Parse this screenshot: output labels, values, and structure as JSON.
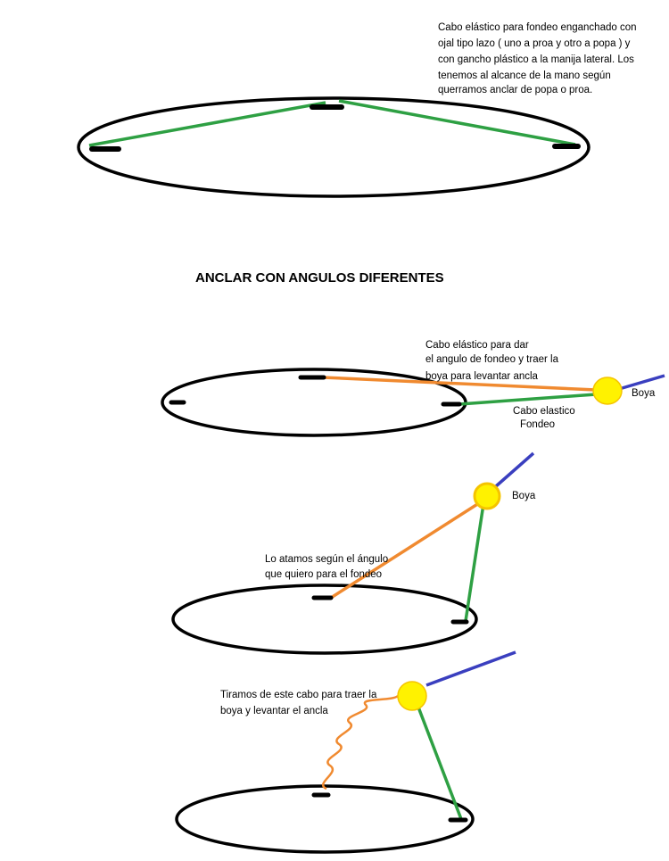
{
  "title": "ANCLAR CON ANGULOS DIFERENTES",
  "top_note": [
    "Cabo elástico para fondeo enganchado con",
    "ojal tipo lazo ( uno a proa y otro a popa ) y",
    "con gancho plástico a la manija lateral.  Los",
    "tenemos al alcance de la mano según",
    "querramos anclar de popa o proa."
  ],
  "diagram2": {
    "orange_label": [
      "Cabo elástico para dar",
      "el angulo de fondeo y traer la",
      "boya para levantar ancla"
    ],
    "buoy_label": "Boya",
    "green_label": [
      "Cabo elastico",
      "Fondeo"
    ]
  },
  "diagram3": {
    "buoy_label": "Boya",
    "orange_label": [
      "Lo atamos según el ángulo",
      "que quiero para el fondeo"
    ]
  },
  "diagram4": {
    "orange_label": [
      "Tiramos de este cabo para traer la",
      "boya  y levantar el ancla"
    ]
  },
  "colors": {
    "outline": "#000000",
    "green_rope": "#2ea043",
    "orange_rope": "#f08a30",
    "buoy": "#fff200",
    "buoy_edge": "#f5c400",
    "anchor_line": "#3a3fbf"
  }
}
